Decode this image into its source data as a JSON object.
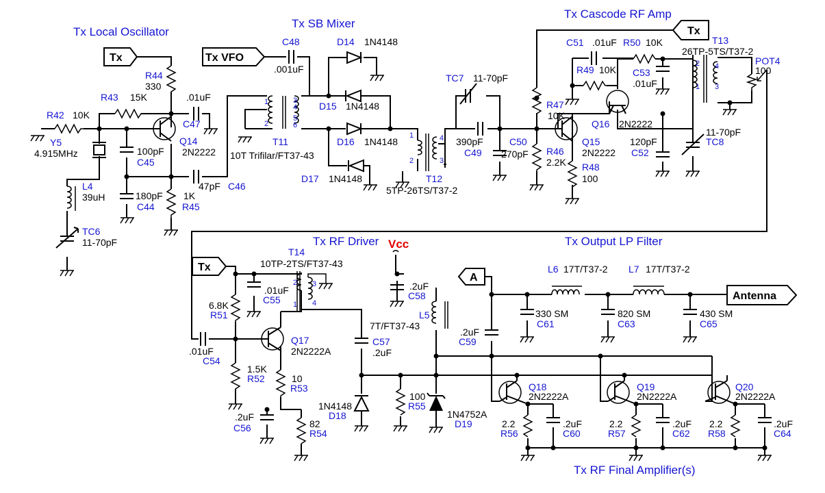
{
  "section_titles": {
    "lo": "Tx Local Oscillator",
    "mixer": "Tx SB Mixer",
    "cascode": "Tx Cascode RF Amp",
    "driver": "Tx RF Driver",
    "lpf": "Tx Output LP Filter",
    "final": "Tx RF Final Amplifier(s)"
  },
  "ports": {
    "tx1": "Tx",
    "tx_vfo": "Tx VFO",
    "tx2": "Tx",
    "tx3": "Tx",
    "a": "A",
    "antenna": "Antenna",
    "vcc": "Vcc"
  },
  "designators": {
    "R42": "R42",
    "R43": "R43",
    "R44": "R44",
    "R45": "R45",
    "R46": "R46",
    "R47": "R47",
    "R48": "R48",
    "R49": "R49",
    "R50": "R50",
    "R51": "R51",
    "R52": "R52",
    "R53": "R53",
    "R54": "R54",
    "R55": "R55",
    "R56": "R56",
    "R57": "R57",
    "R58": "R58",
    "C44": "C44",
    "C45": "C45",
    "C46": "C46",
    "C47": "C47",
    "C48": "C48",
    "C49": "C49",
    "C50": "C50",
    "C51": "C51",
    "C52": "C52",
    "C53": "C53",
    "C54": "C54",
    "C55": "C55",
    "C56": "C56",
    "C57": "C57",
    "C58": "C58",
    "C59": "C59",
    "C60": "C60",
    "C61": "C61",
    "C62": "C62",
    "C63": "C63",
    "C64": "C64",
    "C65": "C65",
    "Q14": "Q14",
    "Q15": "Q15",
    "Q16": "Q16",
    "Q17": "Q17",
    "Q18": "Q18",
    "Q19": "Q19",
    "Q20": "Q20",
    "D14": "D14",
    "D15": "D15",
    "D16": "D16",
    "D17": "D17",
    "D18": "D18",
    "D19": "D19",
    "T11": "T11",
    "T12": "T12",
    "T13": "T13",
    "T14": "T14",
    "L4": "L4",
    "L5": "L5",
    "L6": "L6",
    "L7": "L7",
    "TC6": "TC6",
    "TC7": "TC7",
    "TC8": "TC8",
    "Y5": "Y5",
    "POT4": "POT4"
  },
  "values": {
    "R42": "10K",
    "R43": "15K",
    "R44": "330",
    "R45": "1K",
    "R46": "2.2K",
    "R47": "10K",
    "R48": "100",
    "R49": "10K",
    "R50": "10K",
    "R51": "6.8K",
    "R52": "1.5K",
    "R53": "10",
    "R54": "82",
    "R55": "100",
    "R56": "2.2",
    "R57": "2.2",
    "R58": "2.2",
    "C44": "180pF",
    "C45": "100pF",
    "C46": "47pF",
    "C47": ".01uF",
    "C48": ".001uF",
    "C49": "390pF",
    "C50": "270pF",
    "C51": ".01uF",
    "C52": "120pF",
    "C53": ".01uF",
    "C54": ".01uF",
    "C55": ".01uF",
    "C56": ".2uF",
    "C57": ".2uF",
    "C58": ".2uF",
    "C59": ".2uF",
    "C60": ".2uF",
    "C61": "330 SM",
    "C62": ".2uF",
    "C63": "820 SM",
    "C64": ".2uF",
    "C65": "430 SM",
    "Q14": "2N2222",
    "Q15": "2N2222",
    "Q16": "2N2222",
    "Q17": "2N2222A",
    "Q18": "2N2222A",
    "Q19": "2N2222A",
    "Q20": "2N2222A",
    "D14": "1N4148",
    "D15": "1N4148",
    "D16": "1N4148",
    "D17": "1N4148",
    "D18": "1N4148",
    "D19": "1N4752A",
    "T11": "10T Trifilar/FT37-43",
    "T12": "5TP-26TS/T37-2",
    "T13": "26TP-5TS/T37-2",
    "T14": "10TP-2TS/FT37-43",
    "L4": "39uH",
    "L5": "7T/FT37-43",
    "L6": "17T/T37-2",
    "L7": "17T/T37-2",
    "TC6": "11-70pF",
    "TC7": "11-70pF",
    "TC8": "11-70pF",
    "Y5": "4.915MHz",
    "POT4": "100"
  },
  "pins": [
    "1",
    "2",
    "3",
    "4",
    "5",
    "6"
  ],
  "colors": {
    "blue": "#1414d2",
    "red": "#e00000",
    "black": "#000000"
  }
}
